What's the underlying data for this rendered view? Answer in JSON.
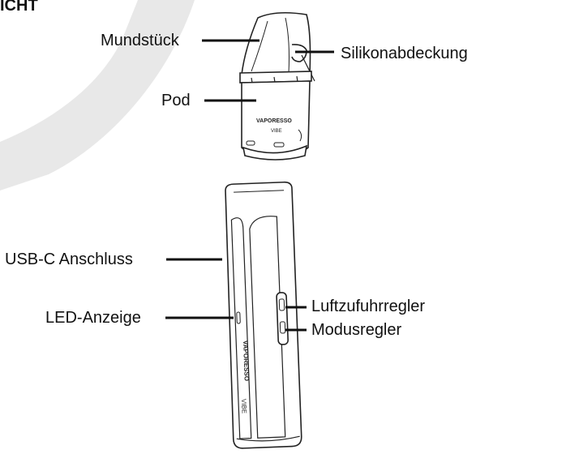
{
  "heading": "ICHT",
  "labels": {
    "mouthpiece": "Mundstück",
    "silicone_cover": "Silikonabdeckung",
    "pod": "Pod",
    "usb_port": "USB-C Anschluss",
    "led": "LED-Anzeige",
    "airflow": "Luftzufuhrregler",
    "mode": "Modusregler"
  },
  "device_branding": {
    "pod_brand": "VAPORESSO",
    "pod_model": "VIBE",
    "body_brand": "VAPORESSO",
    "body_model": "VIBE"
  },
  "colors": {
    "watermark": "#e6e6e6",
    "outline": "#222222"
  }
}
